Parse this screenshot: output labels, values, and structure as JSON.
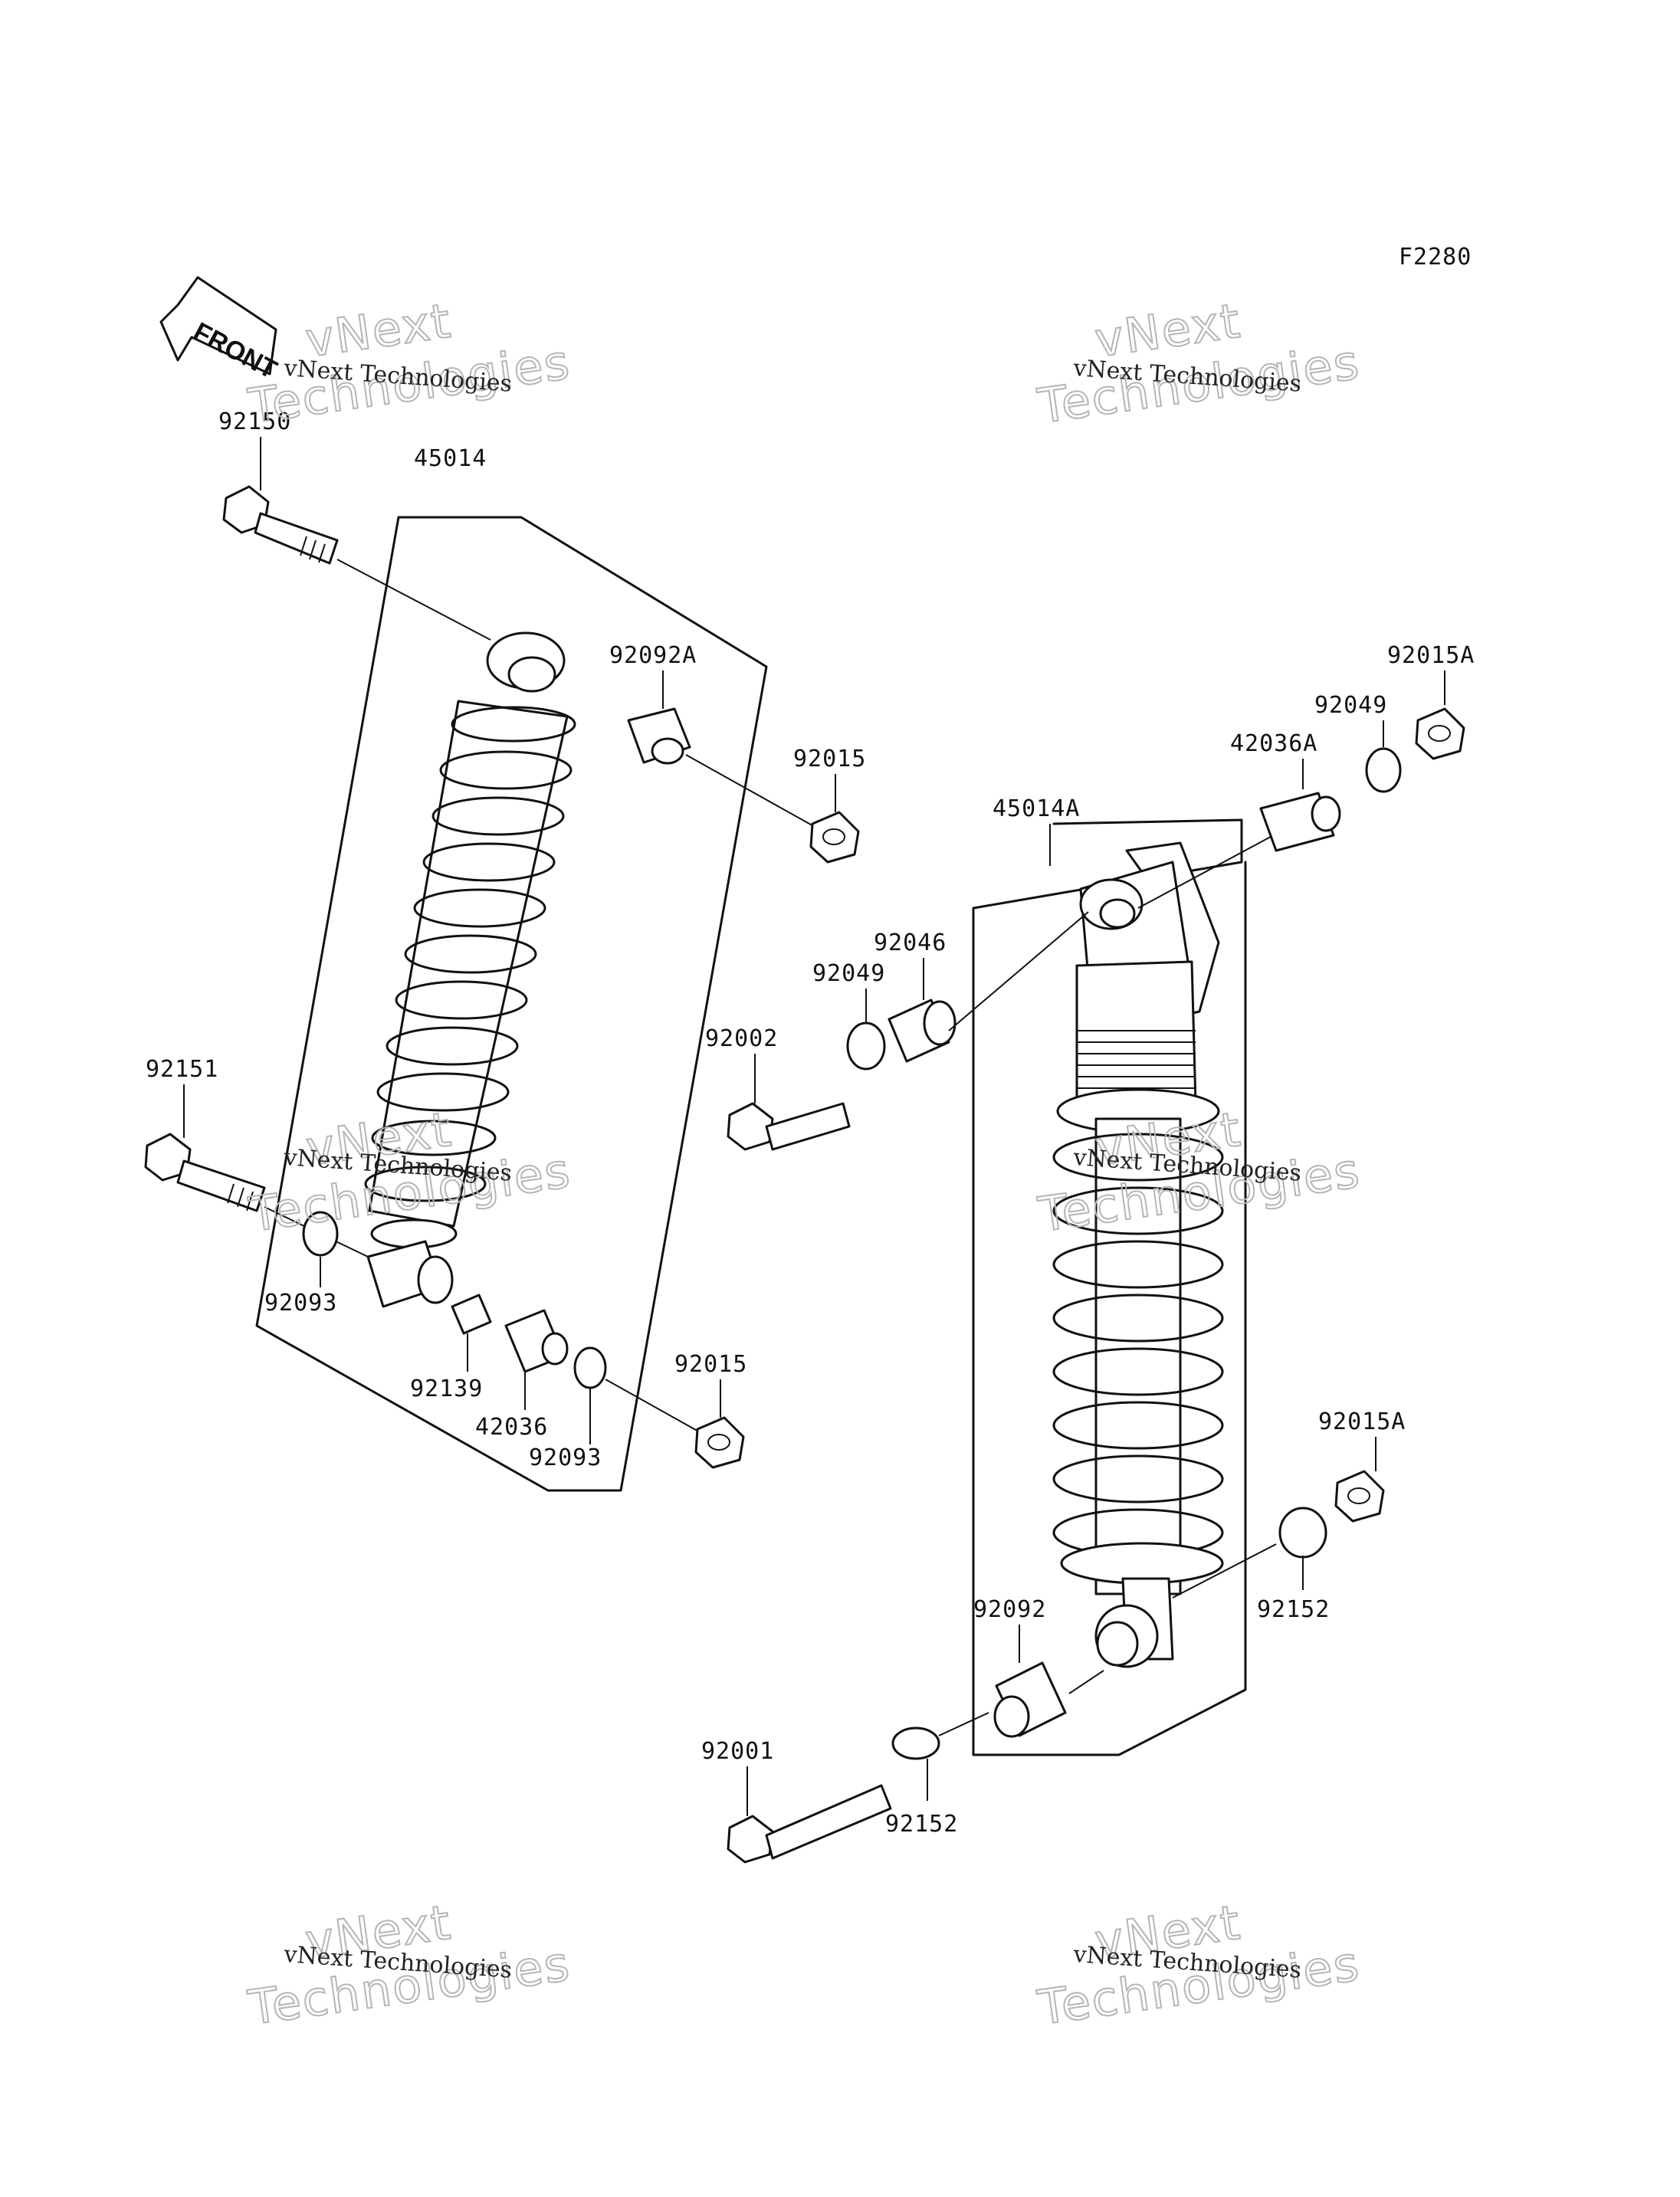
{
  "figure_code": "F2280",
  "front_marker": "FRONT",
  "watermark": {
    "line1": "vNext Technologies",
    "big_top": "vNext",
    "big_bottom": "Technologies"
  },
  "labels": {
    "p92150": "92150",
    "p45014": "45014",
    "p92092A": "92092A",
    "p92015_top": "92015",
    "p92151": "92151",
    "p92093_left": "92093",
    "p92139": "92139",
    "p42036": "42036",
    "p92093_bottom": "92093",
    "p92015_bottom": "92015",
    "p92015A_top": "92015A",
    "p92049_right": "92049",
    "p42036A": "42036A",
    "p45014A": "45014A",
    "p92046": "92046",
    "p92049_mid": "92049",
    "p92002": "92002",
    "p92015A_bottom": "92015A",
    "p92152_right": "92152",
    "p92092": "92092",
    "p92001": "92001",
    "p92152_bottom": "92152"
  }
}
